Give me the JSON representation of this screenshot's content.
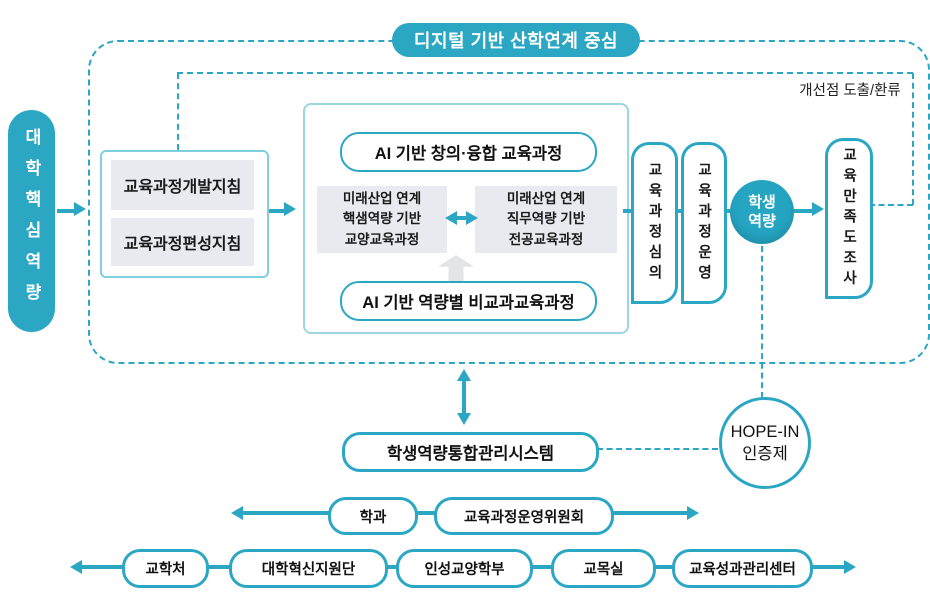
{
  "colors": {
    "accent": "#2BA7C4",
    "box_border_light": "#9AD7E0",
    "card_bg": "#E9EAEF",
    "arrow_gray": "#E3E4E6",
    "text_dark": "#1A1A1A"
  },
  "banner": {
    "label": "디지털 기반 산학연계 중심"
  },
  "notes": {
    "feedback": "개선점 도출/환류"
  },
  "left_rail": {
    "label": "대학핵심역량"
  },
  "guidelines": {
    "development": "교육과정개발지침",
    "organization": "교육과정편성지침"
  },
  "curriculum": {
    "top_pill": "AI 기반 창의·융합 교육과정",
    "liberal_card": {
      "line1": "미래산업 연계",
      "line2": "핵샘역량 기반",
      "line3": "교양교육과정"
    },
    "major_card": {
      "line1": "미래산업 연계",
      "line2": "직무역량 기반",
      "line3": "전공교육과정"
    },
    "bottom_pill": "AI 기반 역량별 비교과교육과정"
  },
  "pipeline": {
    "review": "교육과정심의",
    "operation": "교육과정운영",
    "circle": {
      "line1": "학생",
      "line2": "역량"
    },
    "satisfaction": "교육만족도조사"
  },
  "system": {
    "pill": "학생역량통합관리시스템"
  },
  "hope_in": {
    "line1": "HOPE-IN",
    "line2": "인증제"
  },
  "committee_row": {
    "dept": "학과",
    "committee": "교육과정운영위원회"
  },
  "org_row": {
    "items": [
      "교학처",
      "대학혁신지원단",
      "인성교양학부",
      "교목실",
      "교육성과관리센터"
    ]
  }
}
